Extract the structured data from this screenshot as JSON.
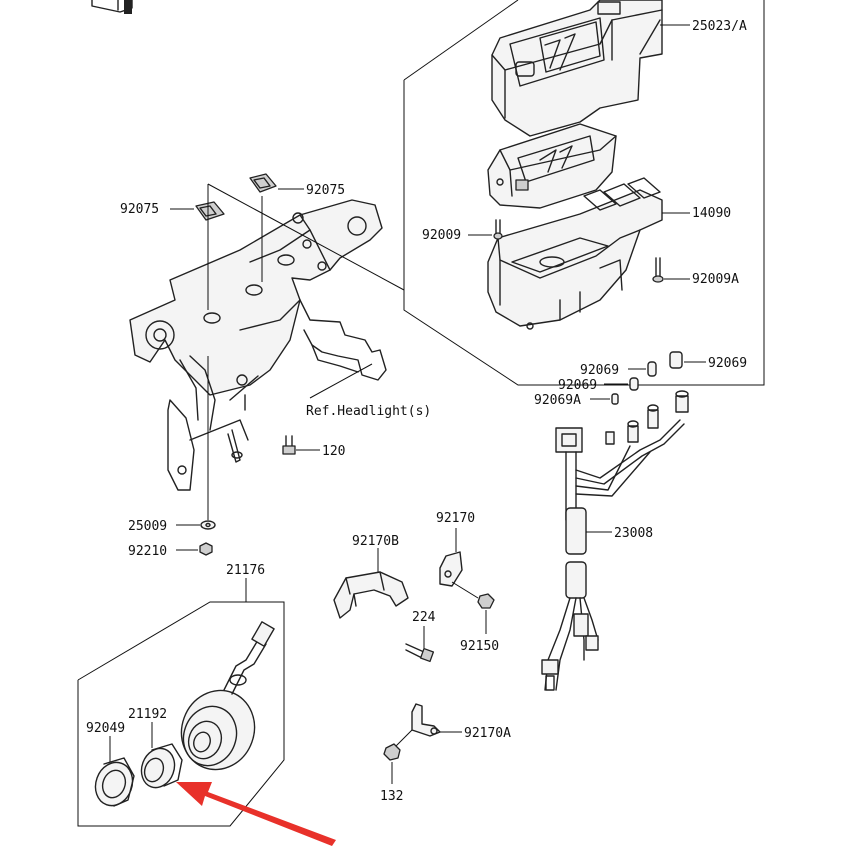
{
  "labels": {
    "p25023A": "25023/A",
    "p14090": "14090",
    "p92009": "92009",
    "p92009A": "92009A",
    "p92075a": "92075",
    "p92075b": "92075",
    "pRefHeadlight": "Ref.Headlight(s)",
    "p120": "120",
    "p92069a": "92069",
    "p92069b": "92069",
    "p92069c": "92069",
    "p92069A": "92069A",
    "p23008": "23008",
    "p25009": "25009",
    "p92210": "92210",
    "p21176": "21176",
    "p92170B": "92170B",
    "p92170": "92170",
    "p224": "224",
    "p92150": "92150",
    "p21192": "21192",
    "p92049": "92049",
    "p92170A": "92170A",
    "p132": "132"
  },
  "colors": {
    "line": "#222222",
    "arrow": "#e8312a",
    "background": "#ffffff"
  }
}
